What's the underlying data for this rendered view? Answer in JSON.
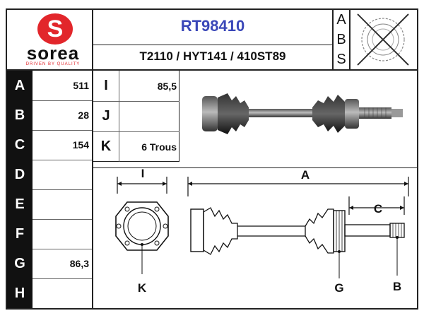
{
  "brand": {
    "name": "sorea",
    "tagline": "DRIVEN BY QUALITY",
    "logo_color": "#e2262b"
  },
  "header": {
    "part_number": "RT98410",
    "part_number_color": "#3a47b8",
    "references": "T2110 / HYT141 / 410ST89",
    "abs_letters": [
      "A",
      "B",
      "S"
    ]
  },
  "specs_left": [
    {
      "letter": "A",
      "value": "511"
    },
    {
      "letter": "B",
      "value": "28"
    },
    {
      "letter": "C",
      "value": "154"
    },
    {
      "letter": "D",
      "value": ""
    },
    {
      "letter": "E",
      "value": ""
    },
    {
      "letter": "F",
      "value": ""
    },
    {
      "letter": "G",
      "value": "86,3"
    },
    {
      "letter": "H",
      "value": ""
    }
  ],
  "specs_mid": [
    {
      "letter": "I",
      "value": "85,5"
    },
    {
      "letter": "J",
      "value": ""
    },
    {
      "letter": "K",
      "value": "6 Trous"
    }
  ],
  "diagram_labels": {
    "i": "I",
    "k": "K",
    "a": "A",
    "c": "C",
    "g": "G",
    "b": "B"
  }
}
